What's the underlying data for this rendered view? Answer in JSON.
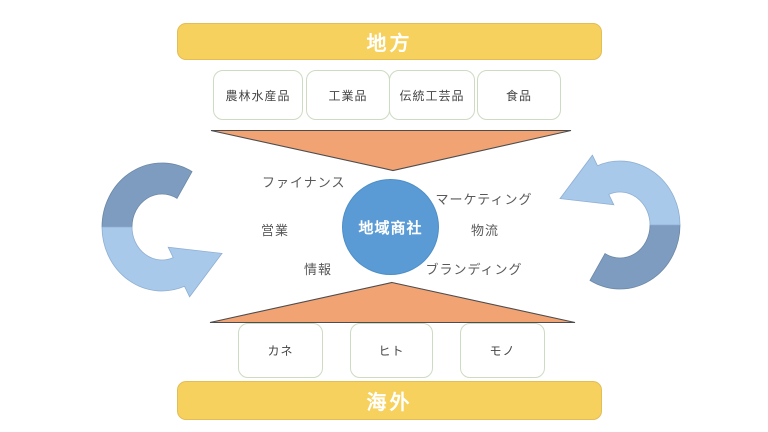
{
  "diagram": {
    "top_banner": "地方",
    "top_items": [
      "農林水産品",
      "工業品",
      "伝統工芸品",
      "食品"
    ],
    "center_label": "地域商社",
    "functions": [
      "ファイナンス",
      "マーケティング",
      "営業",
      "物流",
      "情報",
      "ブランディング"
    ],
    "bottom_items": [
      "カネ",
      "ヒト",
      "モノ"
    ],
    "bottom_banner": "海外",
    "colors": {
      "banner_yellow": "#f7d15e",
      "banner_border": "#e3bd55",
      "triangle_orange": "#f2a374",
      "triangle_border": "#4d4d4d",
      "circle_blue": "#5b9bd5",
      "arrow_dark_blue": "#7e9cbf",
      "arrow_light_blue": "#a9c9ea",
      "label_gray": "#595959",
      "box_border_green": "#ccdbc2"
    }
  }
}
